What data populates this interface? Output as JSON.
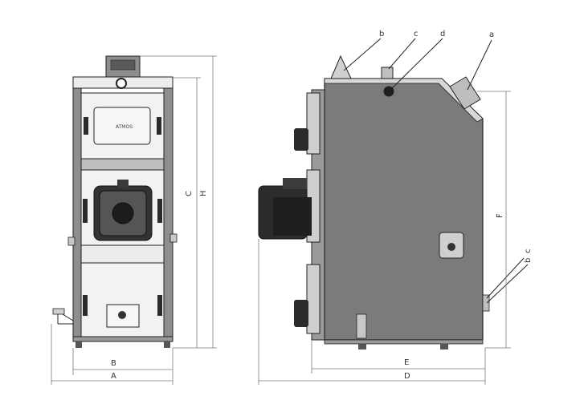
{
  "dimensions": {
    "A": "A",
    "B": "B",
    "C": "C",
    "H": "H",
    "D": "D",
    "E": "E",
    "F": "F"
  },
  "callouts": {
    "a": "a",
    "b": "b",
    "c": "c",
    "d": "d",
    "b2": "b",
    "c2": "c"
  },
  "colors": {
    "body": "#7b7b7b",
    "frame": "#8e8e8e",
    "door": "#f2f2f2",
    "dark": "#2b2b2b",
    "line": "#222222",
    "dim": "#7a7a7a"
  }
}
